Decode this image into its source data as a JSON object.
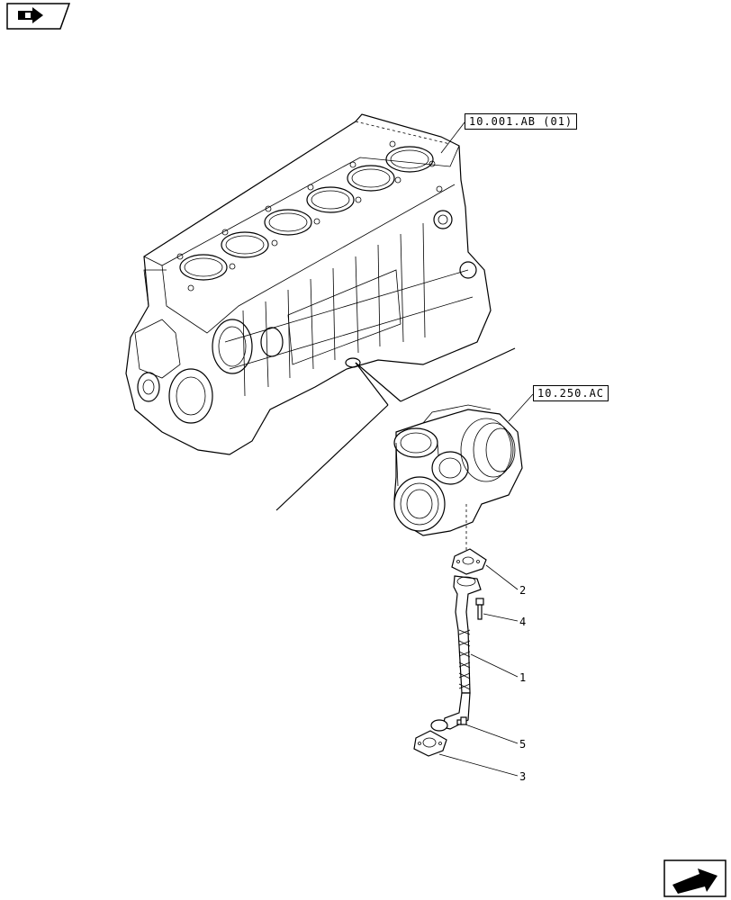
{
  "references": {
    "engine_block": "10.001.AB (01)",
    "turbocharger": "10.250.AC"
  },
  "callouts": [
    "2",
    "4",
    "1",
    "5",
    "3"
  ],
  "icons": {
    "top_left": "book-arrow-icon",
    "bottom_right": "next-page-arrow-icon"
  }
}
